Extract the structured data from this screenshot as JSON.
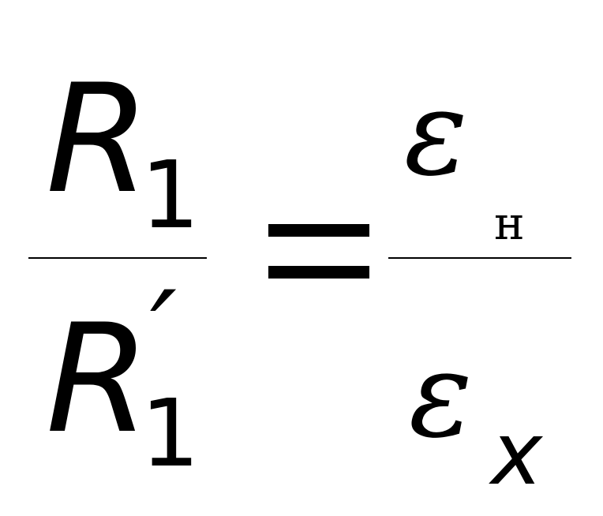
{
  "equation": {
    "left": {
      "numerator": {
        "symbol": "R",
        "subscript": "1"
      },
      "denominator": {
        "symbol": "R",
        "prime": "′",
        "subscript": "1"
      }
    },
    "operator": "=",
    "right": {
      "numerator": {
        "symbol": "ε",
        "subscript": "н"
      },
      "denominator": {
        "symbol": "ε",
        "subscript": "x"
      }
    }
  }
}
